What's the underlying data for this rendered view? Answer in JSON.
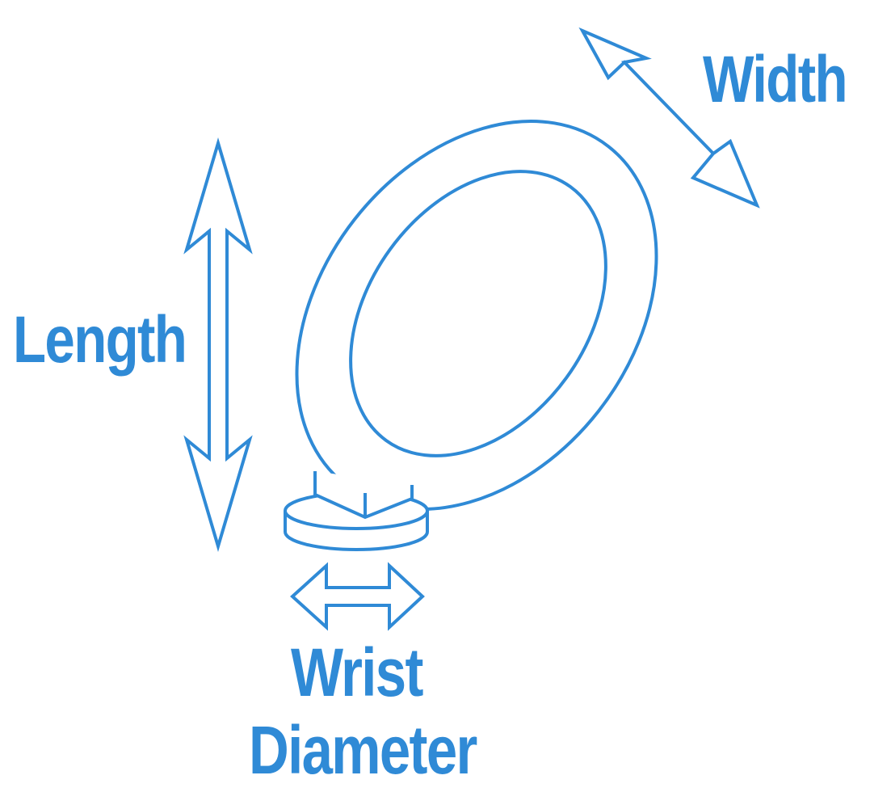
{
  "colors": {
    "accent": "#2f8ad6",
    "background": "#ffffff"
  },
  "labels": {
    "width": "Width",
    "length": "Length",
    "wrist_line1": "Wrist",
    "wrist_line2": "Diameter"
  },
  "icons": {
    "loop": "ring-loop-icon",
    "base": "wrist-base-icon",
    "width_arrow": "double-arrow-diagonal",
    "length_arrow": "double-arrow-vertical",
    "wrist_arrow": "double-arrow-horizontal"
  }
}
